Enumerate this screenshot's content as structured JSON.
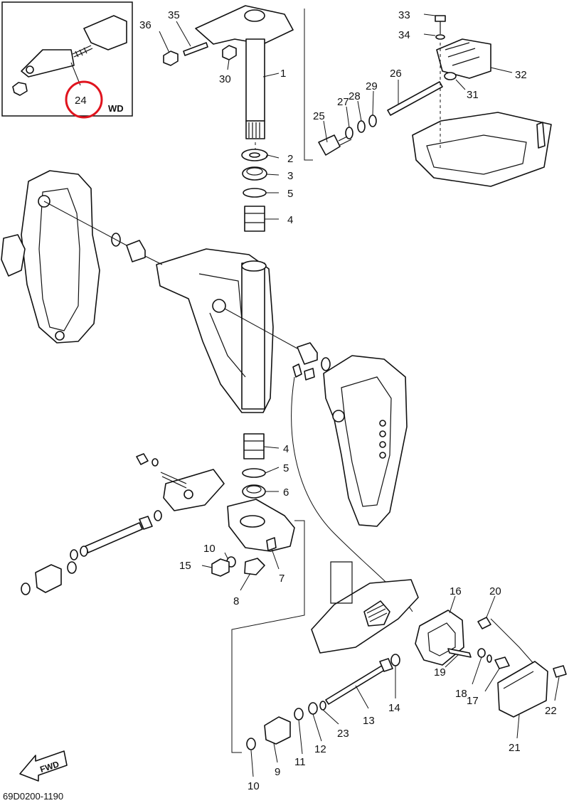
{
  "document_code": "69D0200-1190",
  "inset": {
    "variant_label": "WD",
    "highlighted_part": "24",
    "highlight_color": "#e0141e"
  },
  "fwd_label": "FWD",
  "callouts": {
    "c1": "1",
    "c2": "2",
    "c3": "3",
    "c4a": "4",
    "c4b": "4",
    "c5a": "5",
    "c5b": "5",
    "c6": "6",
    "c7": "7",
    "c8": "8",
    "c9": "9",
    "c10a": "10",
    "c10b": "10",
    "c11": "11",
    "c12": "12",
    "c13": "13",
    "c14": "14",
    "c15": "15",
    "c16": "16",
    "c17": "17",
    "c18": "18",
    "c19": "19",
    "c20": "20",
    "c21": "21",
    "c22": "22",
    "c23": "23",
    "c25": "25",
    "c26": "26",
    "c27": "27",
    "c28": "28",
    "c29": "29",
    "c30": "30",
    "c31": "31",
    "c32": "32",
    "c33": "33",
    "c34": "34",
    "c35": "35",
    "c36": "36"
  }
}
